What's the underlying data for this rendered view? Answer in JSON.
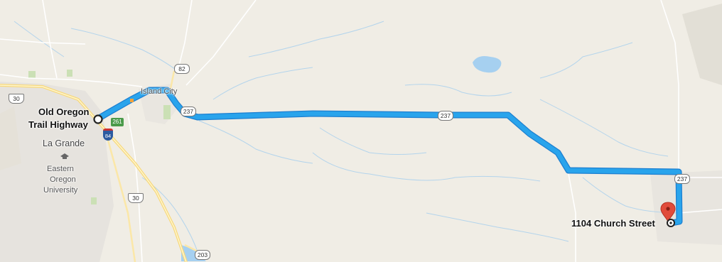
{
  "map": {
    "route_color": "#29a4ec",
    "water_color": "#a6d0f0",
    "origin": {
      "name_line1": "Old Oregon",
      "name_line2": "Trail Highway"
    },
    "destination": {
      "name": "1104 Church Street"
    },
    "places": {
      "la_grande": "La Grande",
      "island_city": "Island City",
      "university_line1": "Eastern",
      "university_line2": "Oregon",
      "university_line3": "University"
    },
    "shields": {
      "us30_west": "30",
      "us30_south": "30",
      "or82": "82",
      "or237_west": "237",
      "or237_mid": "237",
      "or237_east": "237",
      "i84": "84",
      "route261": "261",
      "or203": "203"
    }
  }
}
